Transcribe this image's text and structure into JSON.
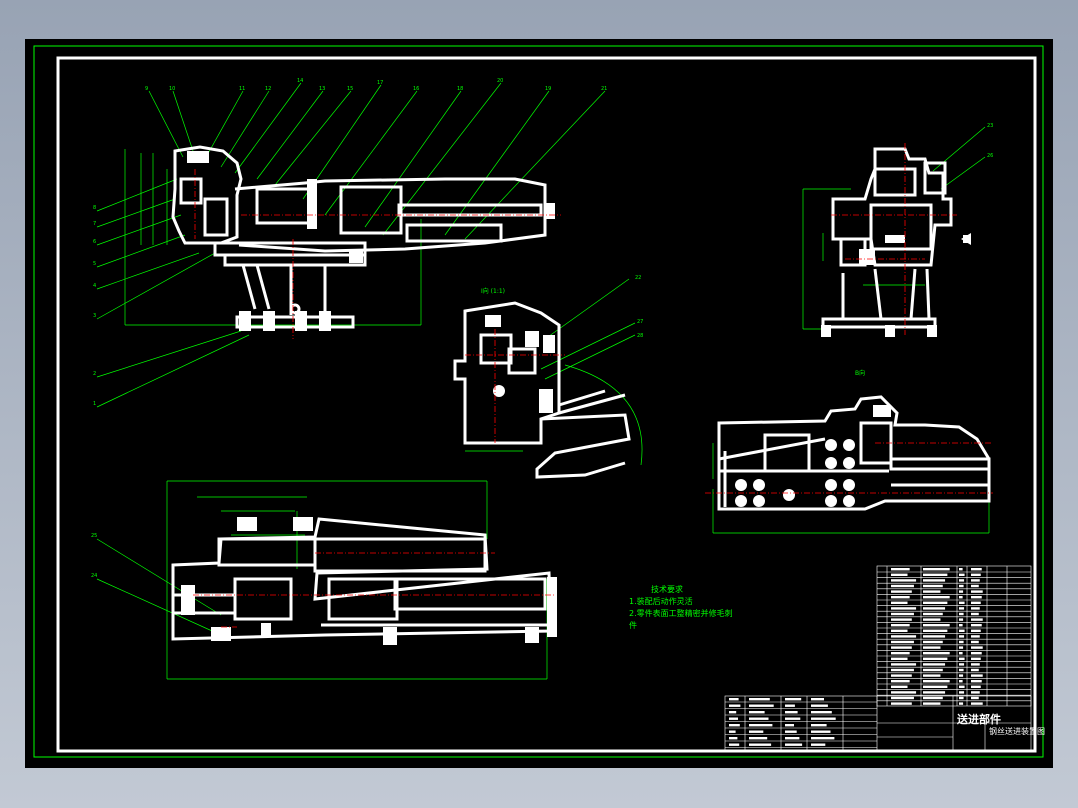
{
  "drawing": {
    "view_labels": {
      "detail": "I向 (1:1)",
      "side": "B向"
    }
  },
  "tech_notes": {
    "title": "技术要求",
    "lines": [
      "1.装配后动作灵活",
      "2.零件表面工整精密并修毛刺",
      "件"
    ]
  },
  "title_block": {
    "title": "送进部件",
    "subtitle": "钢丝送进装置图"
  },
  "colors": {
    "background": "#000000",
    "part": "#ffffff",
    "dimension": "#00ff00",
    "centerline": "#ff0000",
    "frame": "#ffffff"
  }
}
